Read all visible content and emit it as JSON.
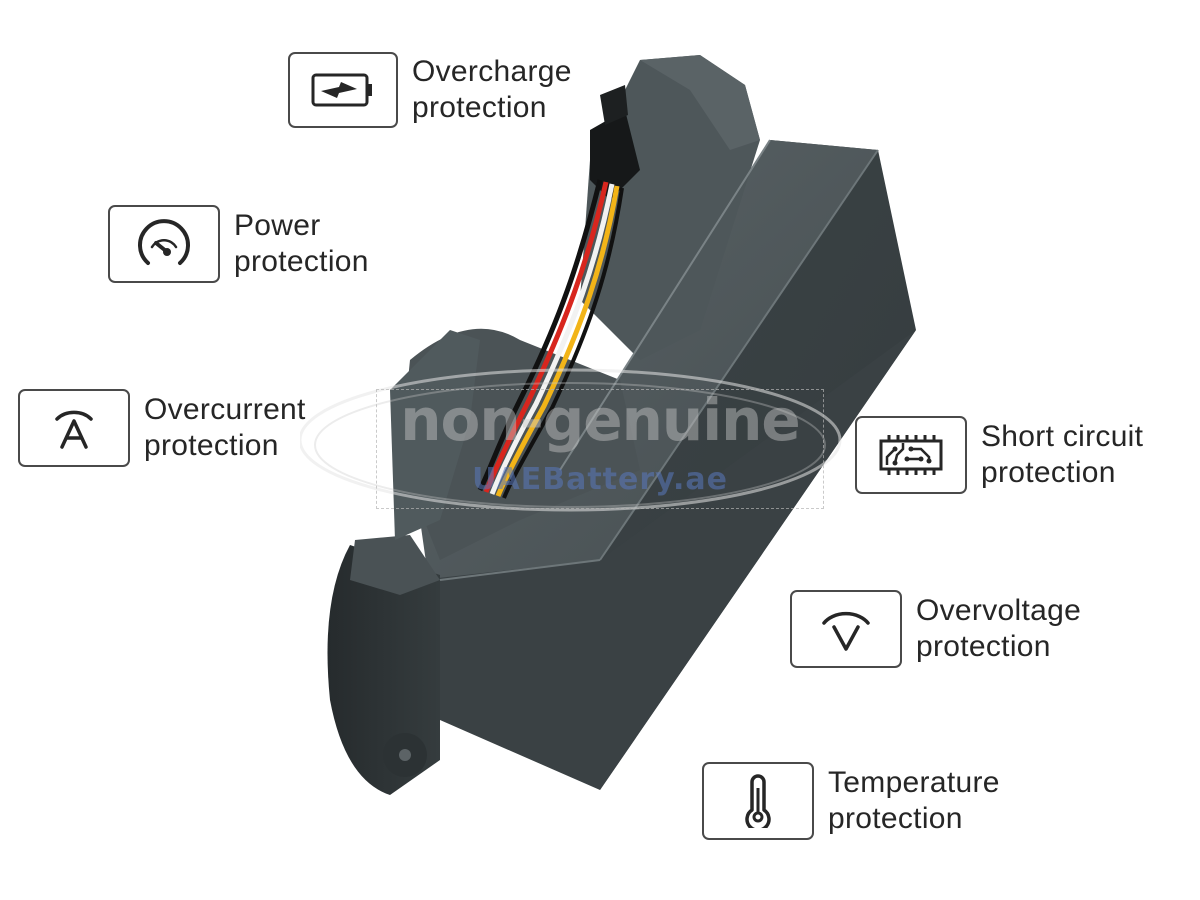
{
  "features": [
    {
      "id": "overcharge",
      "icon": "battery-charging-icon",
      "line1": "Overcharge",
      "line2": "protection"
    },
    {
      "id": "power",
      "icon": "gauge-icon",
      "line1": "Power",
      "line2": "protection"
    },
    {
      "id": "overcurrent",
      "icon": "ampere-icon",
      "line1": "Overcurrent",
      "line2": "protection"
    },
    {
      "id": "short-circuit",
      "icon": "circuit-chip-icon",
      "line1": "Short circuit",
      "line2": "protection"
    },
    {
      "id": "overvoltage",
      "icon": "voltage-icon",
      "line1": "Overvoltage",
      "line2": "protection"
    },
    {
      "id": "temperature",
      "icon": "thermometer-icon",
      "line1": "Temperature",
      "line2": "protection"
    }
  ],
  "watermark": {
    "main": "non-genuine",
    "sub": "UAEBattery.ae"
  },
  "colors": {
    "text": "#262626",
    "border": "#4a4a4a",
    "battery_body": "#3d4447",
    "wire_red": "#d8261e",
    "wire_yellow": "#f2b418",
    "wire_white": "#f2f2f2",
    "wire_black": "#111111"
  }
}
